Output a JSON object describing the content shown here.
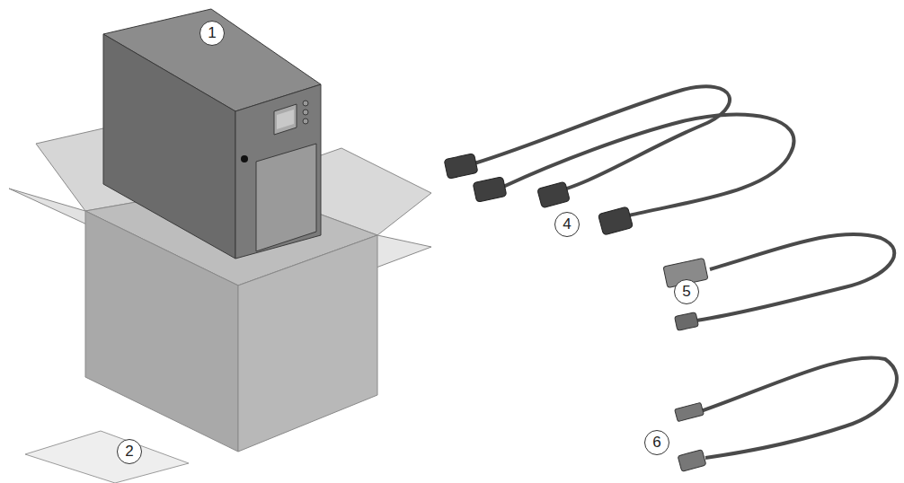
{
  "diagram": {
    "nodes": [
      {
        "text": [
          "1"
        ]
      },
      {
        "text": [
          "2"
        ]
      },
      {
        "text": [
          "4"
        ]
      },
      {
        "text": [
          "5"
        ]
      },
      {
        "text": [
          "6"
        ]
      }
    ]
  }
}
